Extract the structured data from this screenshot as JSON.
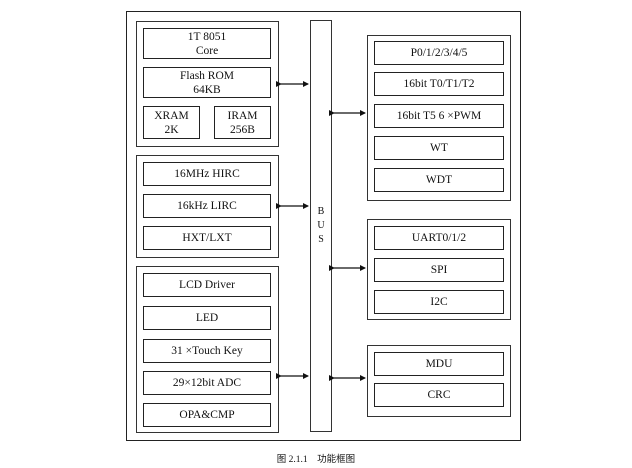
{
  "bus_label": [
    "B",
    "U",
    "S"
  ],
  "groups": {
    "core": {
      "core_box": [
        "1T 8051",
        "Core"
      ],
      "flash_box": [
        "Flash ROM",
        "64KB"
      ],
      "xram_box": [
        "XRAM",
        "2K"
      ],
      "iram_box": [
        "IRAM",
        "256B"
      ]
    },
    "clock": {
      "items": [
        "16MHz HIRC",
        "16kHz LIRC",
        "HXT/LXT"
      ]
    },
    "analog": {
      "items": [
        "LCD Driver",
        "LED",
        "31 ×Touch Key",
        "29×12bit ADC",
        "OPA&CMP"
      ]
    },
    "timers": {
      "items": [
        "P0/1/2/3/4/5",
        "16bit T0/T1/T2",
        "16bit T5 6 ×PWM",
        "WT",
        "WDT"
      ]
    },
    "comm": {
      "items": [
        "UART0/1/2",
        "SPI",
        "I2C"
      ]
    },
    "math": {
      "items": [
        "MDU",
        "CRC"
      ]
    }
  },
  "caption": "图 2.1.1　功能框图"
}
